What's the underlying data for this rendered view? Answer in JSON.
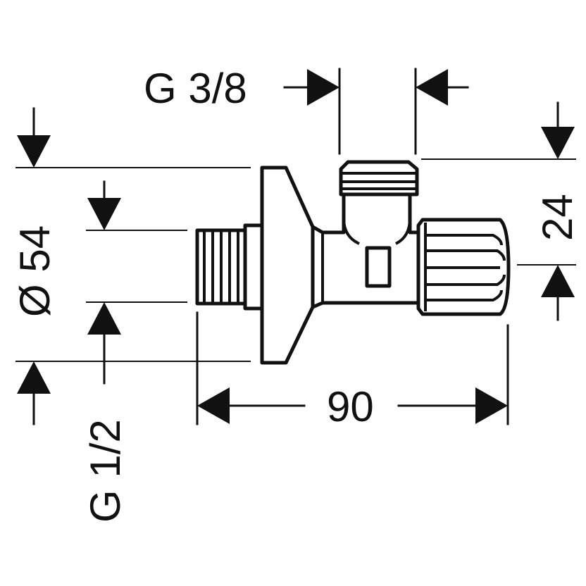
{
  "dimensions": {
    "outlet_thread": "G 3/8",
    "escutcheon_diameter": "Ø 54",
    "inlet_thread": "G 1/2",
    "length": "90",
    "height": "24"
  },
  "colors": {
    "ink": "#111111",
    "paper": "#ffffff"
  }
}
